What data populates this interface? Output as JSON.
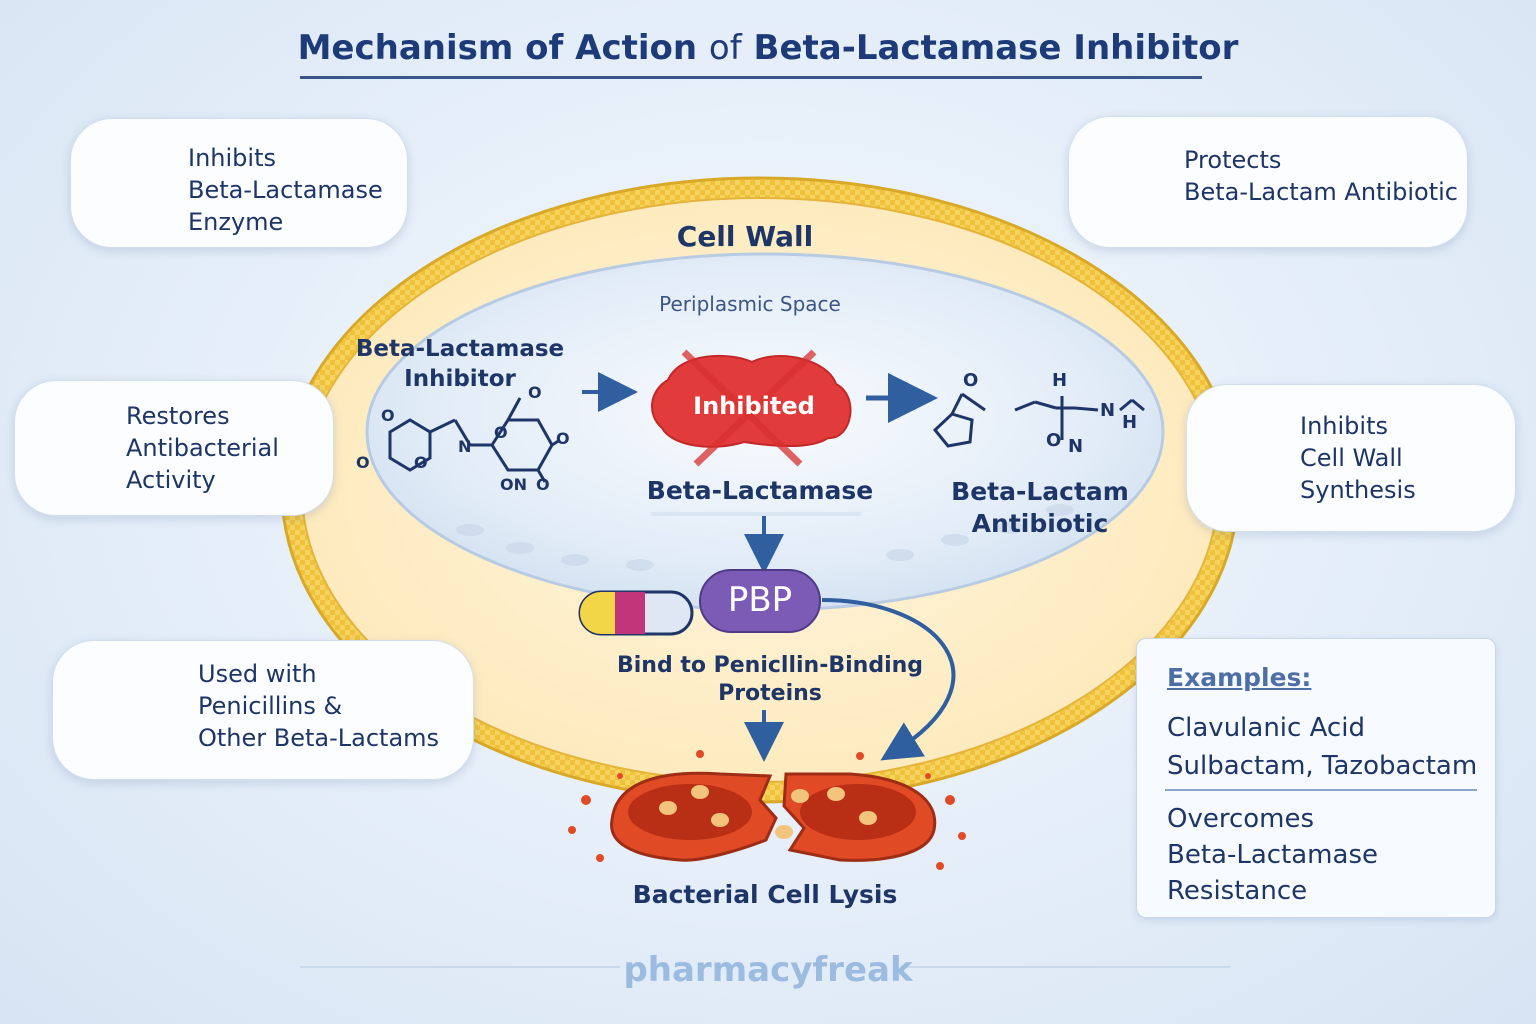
{
  "title": {
    "part1": "Mechanism of Action",
    "part2": "of",
    "part3": "Beta-Lactamase Inhibitor"
  },
  "callouts": {
    "inhibits_enzyme": {
      "line1": "Inhibits",
      "line2": "Beta-Lactamase",
      "line3": "Enzyme",
      "icon": "prohibited-enzyme-icon"
    },
    "protects": {
      "line1": "Protects",
      "line2": "Beta-Lactam Antibiotic",
      "icon": "shield-icon"
    },
    "restores": {
      "line1": "Restores",
      "line2": "Antibacterial",
      "line3": "Activity",
      "icon": "shield-icon"
    },
    "inhibits_wall": {
      "line1": "Inhibits",
      "line2": "Cell Wall",
      "line3": "Synthesis",
      "icon": "broken-wall-icon"
    },
    "used_with": {
      "line1": "Used with",
      "line2": "Penicillins &",
      "line3": "Other Beta-Lactams",
      "icon": "capsules-icon"
    }
  },
  "cell": {
    "cell_wall": "Cell Wall",
    "periplasmic": "Periplasmic Space",
    "inhibitor_label": {
      "line1": "Beta-Lactamase",
      "line2": "Inhibitor"
    },
    "inhibited": "Inhibited",
    "beta_lactamase": "Beta-Lactamase",
    "antibiotic_label": {
      "line1": "Beta-Lactam",
      "line2": "Antibiotic"
    },
    "pbp": "PBP",
    "bind_label": {
      "line1": "Bind to Penicllin-Binding",
      "line2": "Proteins"
    },
    "lysis": "Bacterial Cell Lysis"
  },
  "structure_atoms": {
    "inhibitor": [
      "O",
      "O",
      "O",
      "O",
      "O",
      "N",
      "O",
      "ON",
      "O"
    ],
    "antibiotic": [
      "O",
      "H",
      "N",
      "H",
      "O",
      "N"
    ]
  },
  "examples": {
    "heading": "Examples:",
    "items": [
      "Clavulanic Acid",
      "Sulbactam, Tazobactam"
    ],
    "note": {
      "line1": "Overcomes",
      "line2": "Beta-Lactamase",
      "line3": "Resistance"
    }
  },
  "watermark": "pharmacyfreak",
  "colors": {
    "navy": "#1d3567",
    "wall": "#f2c94c",
    "enzyme": "#e23b3b",
    "pbp": "#7b5bb5",
    "arrow": "#2f5f9e"
  }
}
